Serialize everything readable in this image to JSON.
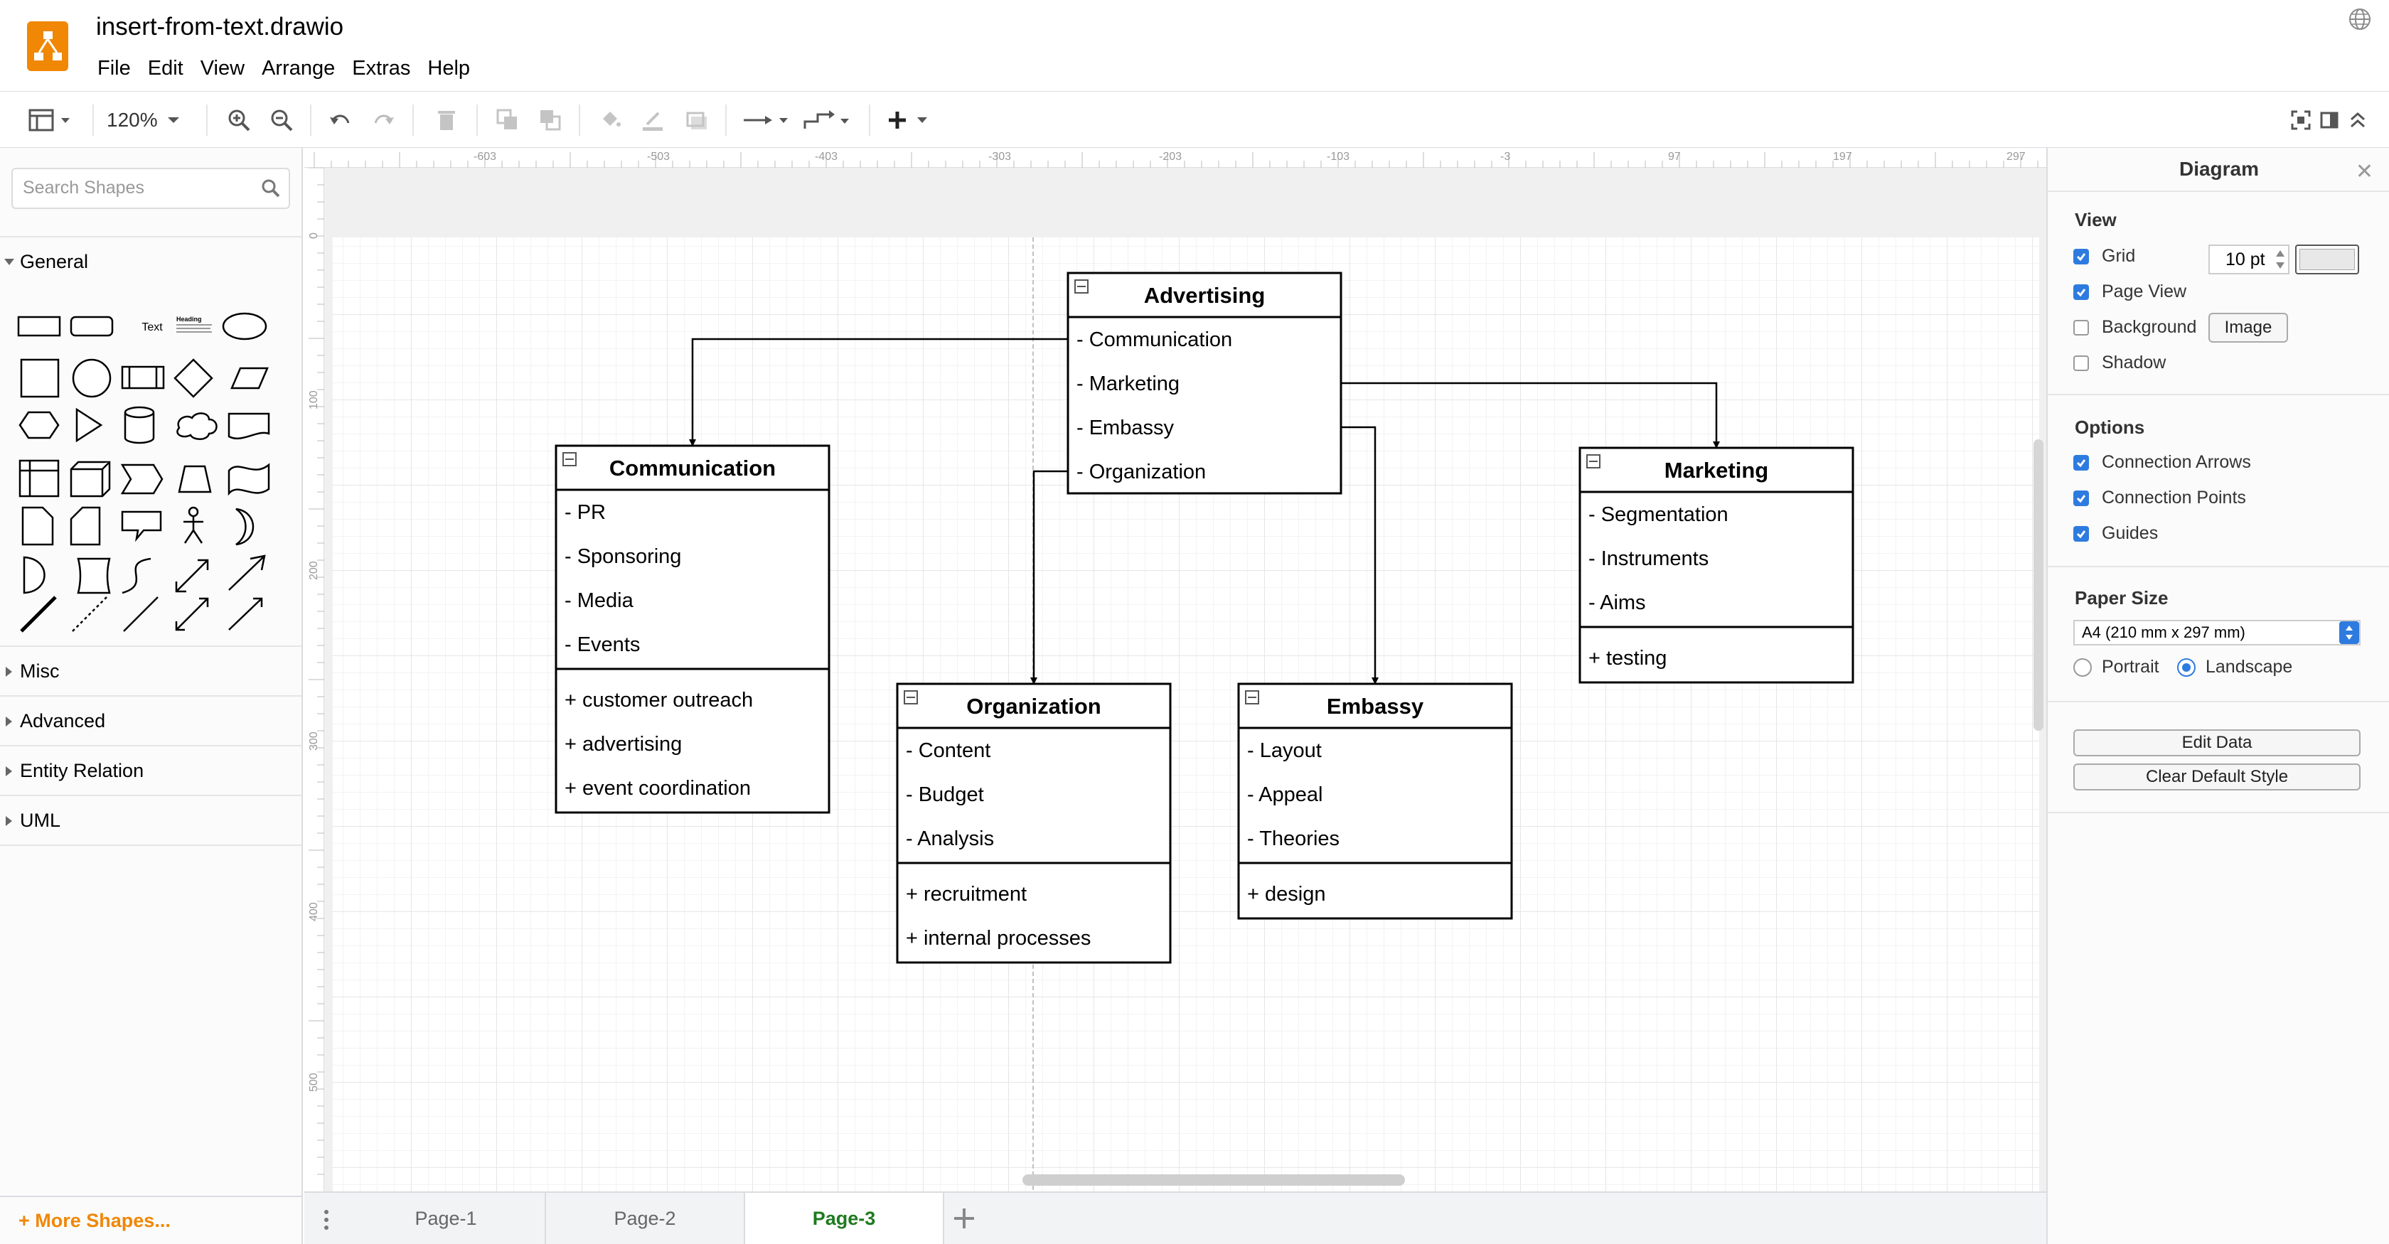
{
  "app": {
    "title": "insert-from-text.drawio",
    "menu": [
      "File",
      "Edit",
      "View",
      "Arrange",
      "Extras",
      "Help"
    ]
  },
  "toolbar": {
    "zoom": "120%"
  },
  "left_panel": {
    "search_placeholder": "Search Shapes",
    "sections": [
      "General",
      "Misc",
      "Advanced",
      "Entity Relation",
      "UML"
    ],
    "shape_text_label": "Text",
    "shape_heading_label": "Heading",
    "more_shapes": "+ More Shapes..."
  },
  "ruler": {
    "top": [
      "-603",
      "-503",
      "-403",
      "-303",
      "-203",
      "-103",
      "-3",
      "97",
      "197",
      "297"
    ],
    "left": [
      "0",
      "100",
      "200",
      "300",
      "400",
      "500"
    ]
  },
  "diagram": {
    "classes": [
      {
        "id": "advertising",
        "name": "Advertising",
        "attributes": [
          "- Communication",
          "- Marketing",
          "- Embassy",
          "- Organization"
        ],
        "methods": []
      },
      {
        "id": "communication",
        "name": "Communication",
        "attributes": [
          "- PR",
          "- Sponsoring",
          "- Media",
          "- Events"
        ],
        "methods": [
          "+ customer outreach",
          "+ advertising",
          "+ event coordination"
        ]
      },
      {
        "id": "marketing",
        "name": "Marketing",
        "attributes": [
          "- Segmentation",
          "- Instruments",
          "- Aims"
        ],
        "methods": [
          "+ testing"
        ]
      },
      {
        "id": "organization",
        "name": "Organization",
        "attributes": [
          "- Content",
          "- Budget",
          "- Analysis"
        ],
        "methods": [
          "+ recruitment",
          "+ internal processes"
        ]
      },
      {
        "id": "embassy",
        "name": "Embassy",
        "attributes": [
          "- Layout",
          "- Appeal",
          "- Theories"
        ],
        "methods": [
          "+ design"
        ]
      }
    ],
    "edges": [
      {
        "from": "advertising",
        "field": "- Communication",
        "to": "communication"
      },
      {
        "from": "advertising",
        "field": "- Marketing",
        "to": "marketing"
      },
      {
        "from": "advertising",
        "field": "- Embassy",
        "to": "embassy"
      },
      {
        "from": "advertising",
        "field": "- Organization",
        "to": "organization"
      }
    ]
  },
  "pages": {
    "tabs": [
      "Page-1",
      "Page-2",
      "Page-3"
    ],
    "active": "Page-3"
  },
  "right_panel": {
    "title": "Diagram",
    "view_heading": "View",
    "grid_label": "Grid",
    "grid_checked": true,
    "grid_size": "10 pt",
    "page_view_label": "Page View",
    "page_view_checked": true,
    "background_label": "Background",
    "background_checked": false,
    "image_button": "Image",
    "shadow_label": "Shadow",
    "shadow_checked": false,
    "options_heading": "Options",
    "connection_arrows_label": "Connection Arrows",
    "connection_points_label": "Connection Points",
    "guides_label": "Guides",
    "paper_size_heading": "Paper Size",
    "paper_size_value": "A4 (210 mm x 297 mm)",
    "portrait_label": "Portrait",
    "landscape_label": "Landscape",
    "orientation": "Landscape",
    "edit_data_button": "Edit Data",
    "clear_style_button": "Clear Default Style"
  },
  "colors": {
    "brand": "#f08705",
    "accent": "#2e7be0",
    "active_tab": "#1f7a1f"
  }
}
